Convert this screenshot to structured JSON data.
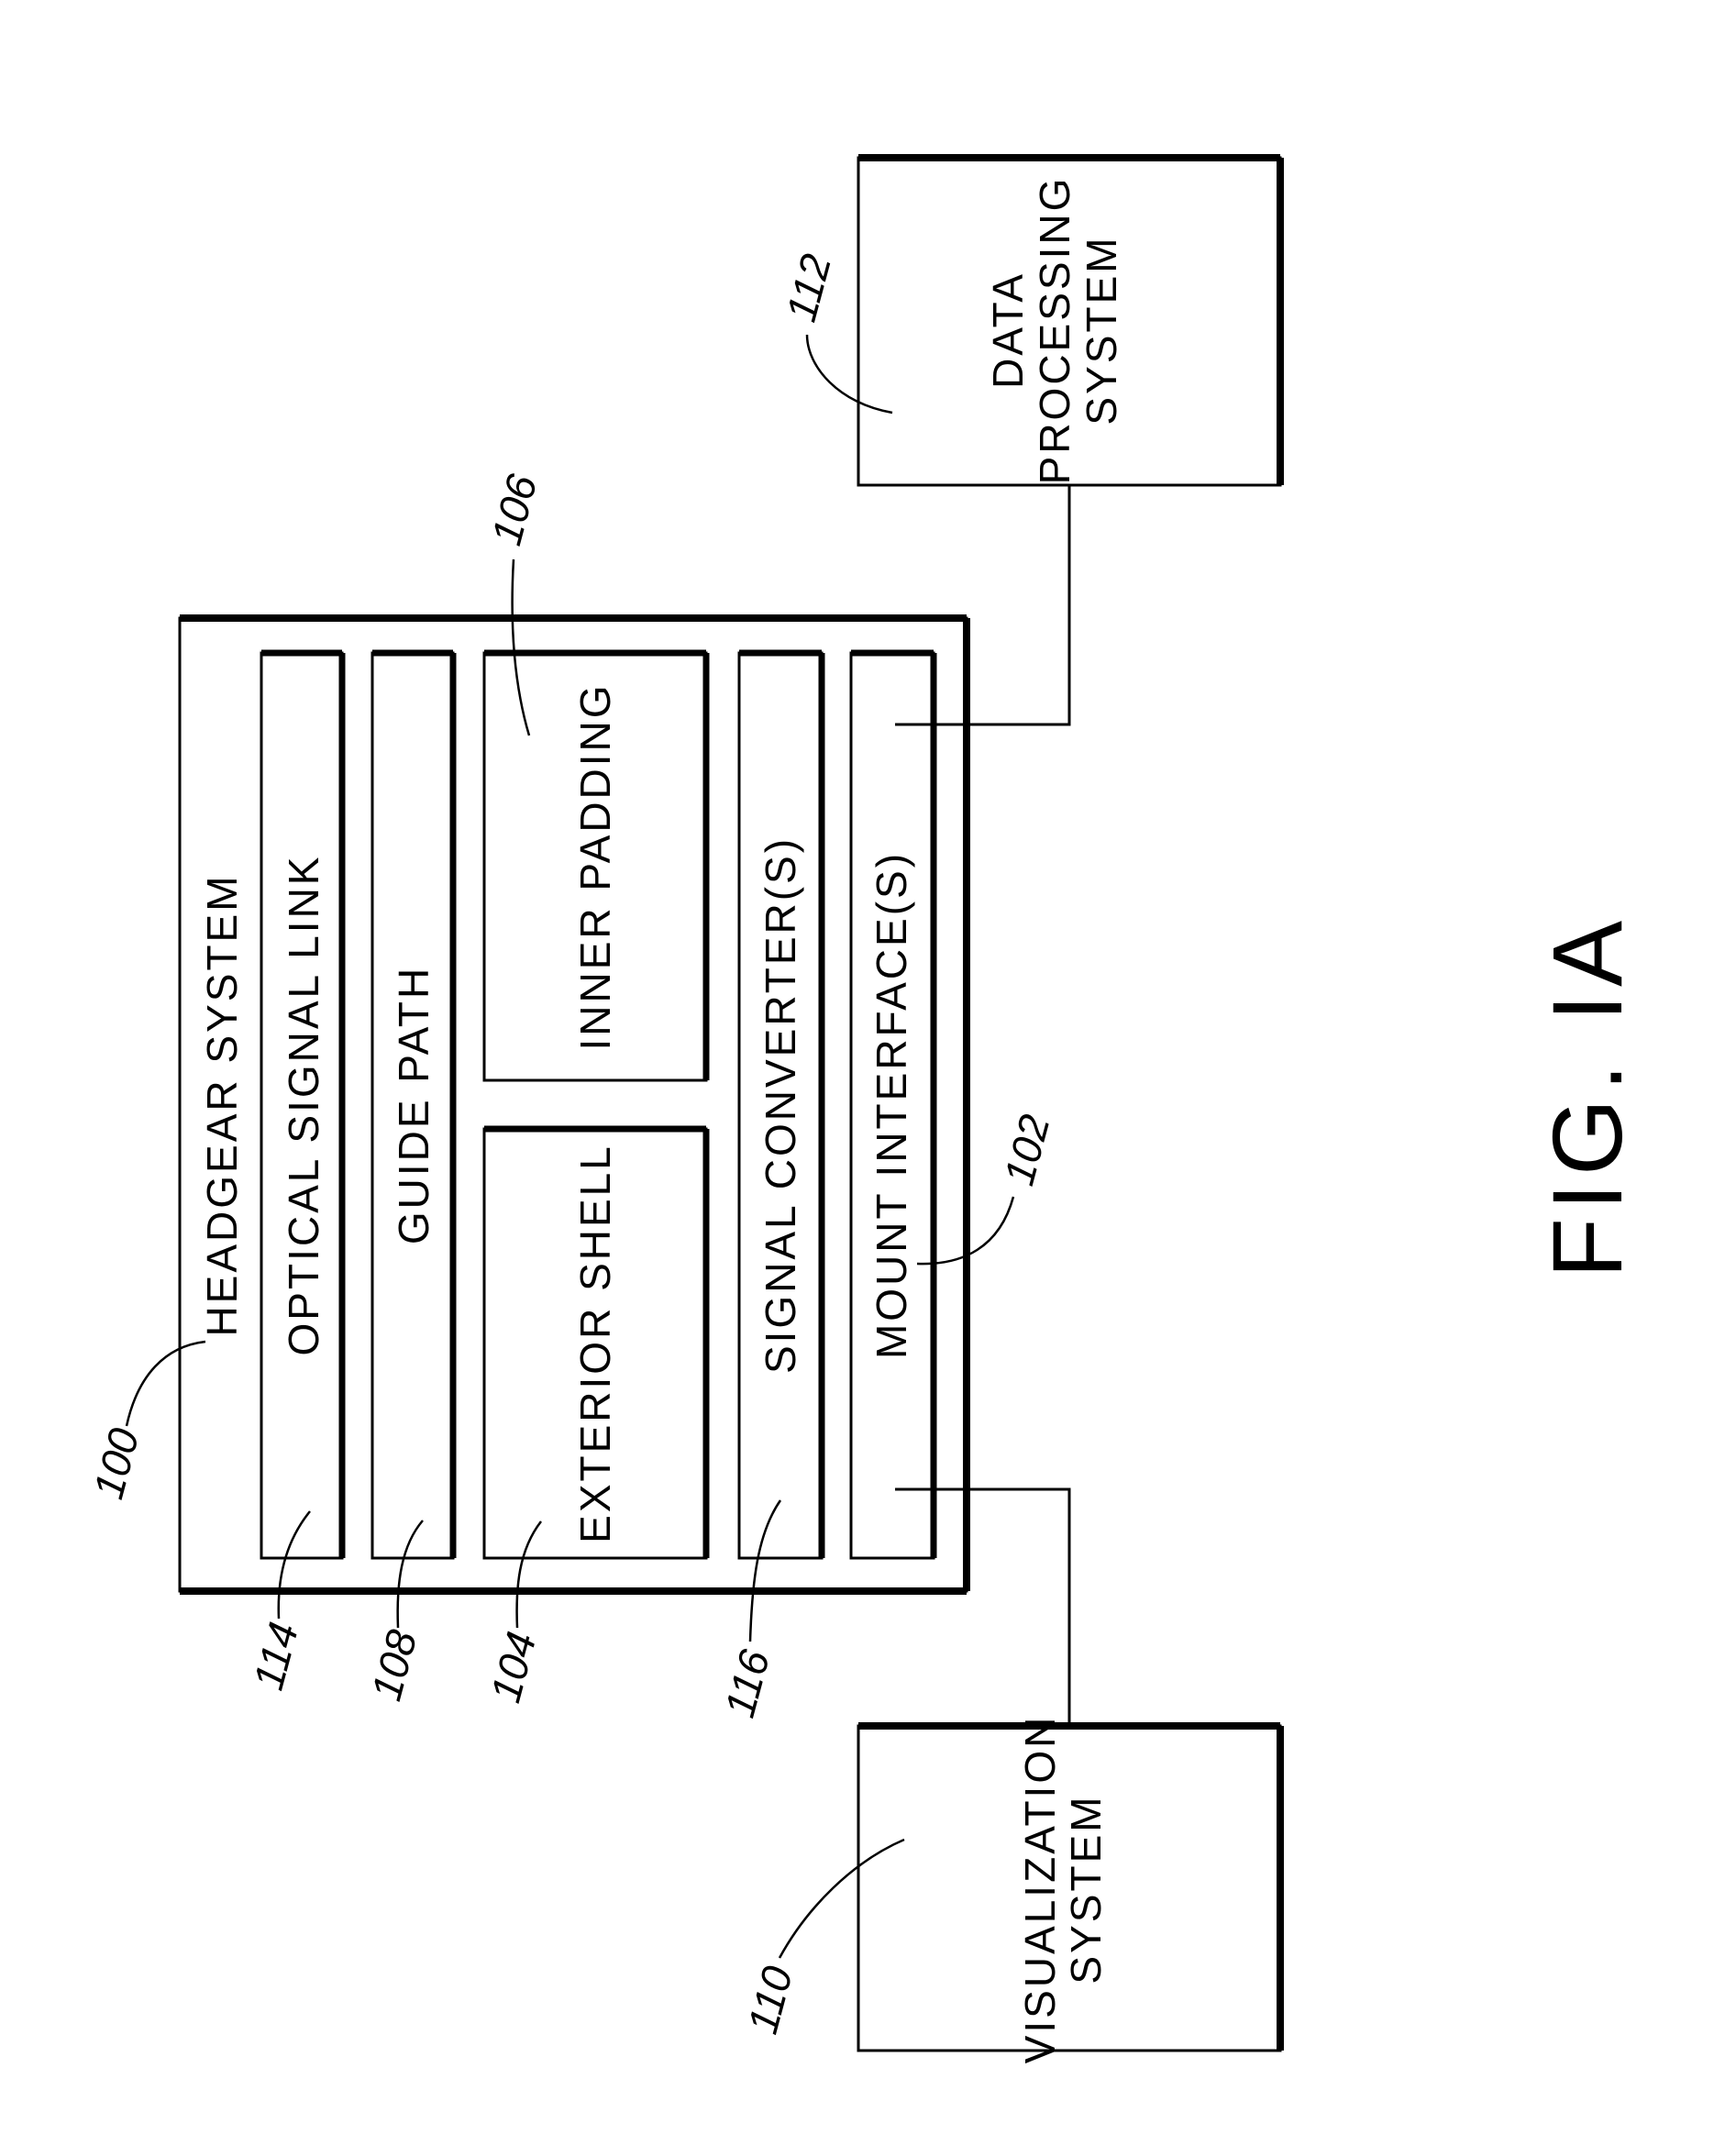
{
  "diagram": {
    "figure_label": "FIG. IA",
    "headgear": {
      "title": "HEADGEAR SYSTEM",
      "ref": "100",
      "components": {
        "optical_signal_link": {
          "label": "OPTICAL SIGNAL LINK",
          "ref": "114"
        },
        "guide_path": {
          "label": "GUIDE PATH",
          "ref": "108"
        },
        "exterior_shell": {
          "label": "EXTERIOR SHELL",
          "ref": "104"
        },
        "inner_padding": {
          "label": "INNER PADDING",
          "ref": "106"
        },
        "signal_converters": {
          "label": "SIGNAL CONVERTER(S)",
          "ref": "116"
        },
        "mount_interfaces": {
          "label": "MOUNT INTERFACE(S)",
          "ref": "102"
        }
      }
    },
    "data_processing": {
      "lines": [
        "DATA",
        "PROCESSING",
        "SYSTEM"
      ],
      "ref": "112"
    },
    "visualization": {
      "lines": [
        "VISUALIZATION",
        "SYSTEM"
      ],
      "ref": "110"
    }
  }
}
